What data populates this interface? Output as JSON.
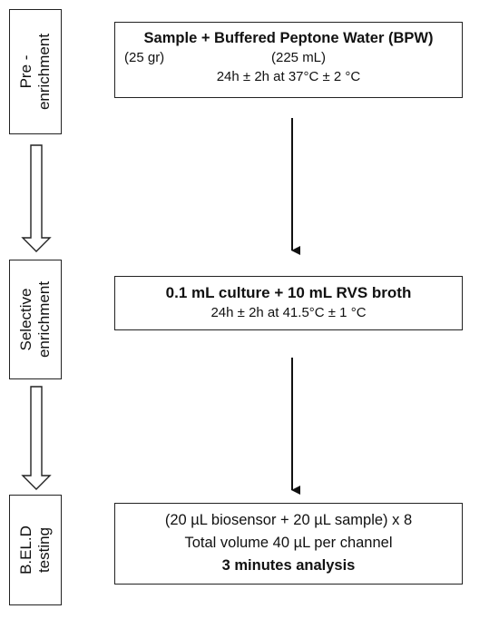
{
  "stages": [
    {
      "lines": [
        "Pre -",
        "enrichment"
      ]
    },
    {
      "lines": [
        "Selective",
        "enrichment"
      ]
    },
    {
      "lines": [
        "B.EL.D",
        "testing"
      ]
    }
  ],
  "boxes": {
    "pre": {
      "title": "Sample + Buffered Peptone Water (BPW)",
      "amount_sample": "(25 gr)",
      "amount_bpw": "(225 mL)",
      "condition": "24h ± 2h  at 37°C ± 2 °C"
    },
    "selective": {
      "title": "0.1 mL culture + 10 mL RVS broth",
      "condition": "24h ± 2h  at 41.5°C ± 1 °C"
    },
    "testing": {
      "line1": "(20 µL biosensor + 20 µL sample) x 8",
      "line2": "Total volume 40 µL per channel",
      "line3": "3 minutes analysis"
    }
  }
}
